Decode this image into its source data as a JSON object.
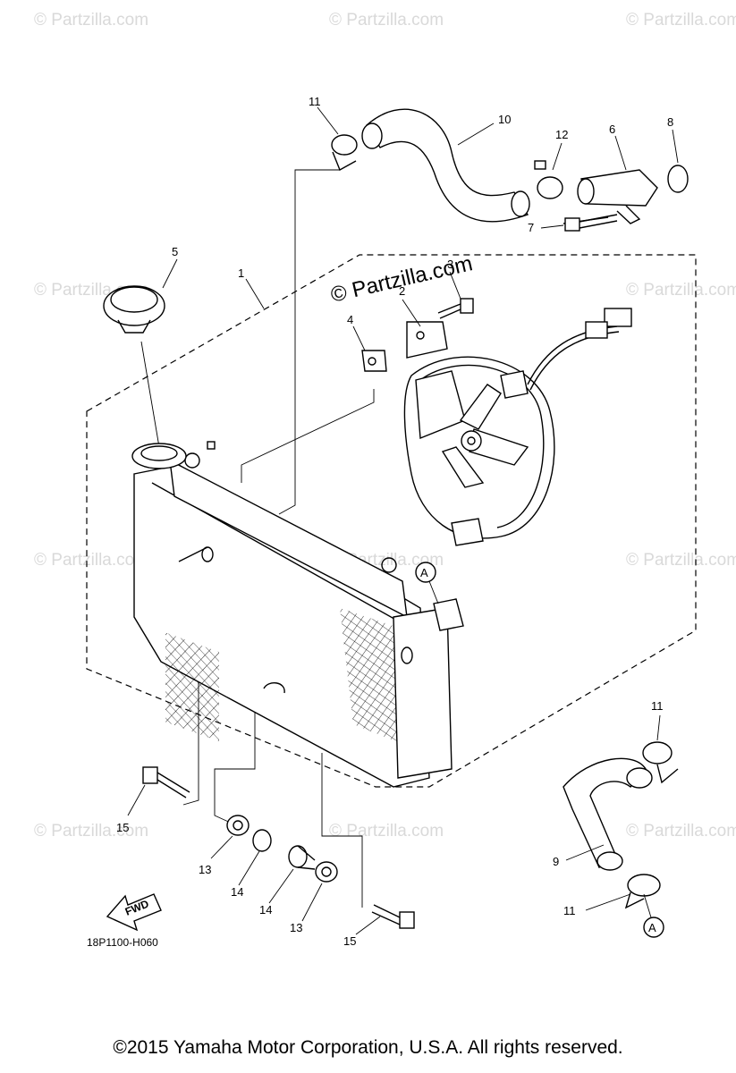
{
  "watermark_text": "© Partzilla.com",
  "main_watermark": "© Partzilla.com",
  "diagram_code": "18P1100-H060",
  "fwd_label": "FWD",
  "ref_marker": "A",
  "copyright": "©2015  Yamaha Motor Corporation, U.S.A. All rights reserved.",
  "callouts": {
    "c1": "1",
    "c2": "2",
    "c3": "3",
    "c4": "4",
    "c5": "5",
    "c6": "6",
    "c7": "7",
    "c8": "8",
    "c9": "9",
    "c10": "10",
    "c11a": "11",
    "c11b": "11",
    "c11c": "11",
    "c12": "12",
    "c13a": "13",
    "c13b": "13",
    "c14a": "14",
    "c14b": "14",
    "c15a": "15",
    "c15b": "15"
  }
}
